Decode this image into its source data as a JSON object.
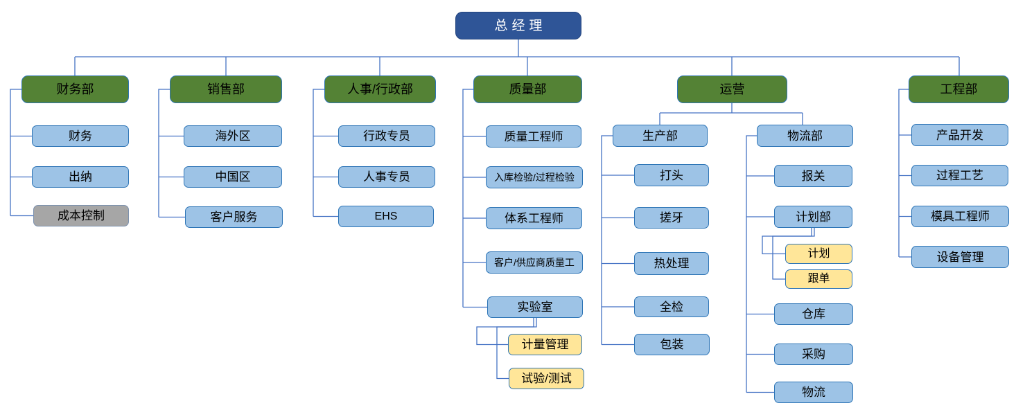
{
  "colors": {
    "root_fill": "#2F5597",
    "root_text": "#FFFFFF",
    "dept_fill": "#548235",
    "node_fill": "#9DC3E6",
    "node_border": "#2E75B6",
    "gray_fill": "#A6A6A6",
    "yellow_fill": "#FFE699",
    "connector": "#4472C4",
    "text": "#000000",
    "background": "#FFFFFF"
  },
  "org": {
    "root": {
      "label": "总经理"
    },
    "departments": [
      {
        "label": "财务部",
        "children": [
          {
            "label": "财务"
          },
          {
            "label": "出纳"
          },
          {
            "label": "成本控制",
            "variant": "gray"
          }
        ]
      },
      {
        "label": "销售部",
        "children": [
          {
            "label": "海外区"
          },
          {
            "label": "中国区"
          },
          {
            "label": "客户服务"
          }
        ]
      },
      {
        "label": "人事/行政部",
        "children": [
          {
            "label": "行政专员"
          },
          {
            "label": "人事专员"
          },
          {
            "label": "EHS"
          }
        ]
      },
      {
        "label": "质量部",
        "children": [
          {
            "label": "质量工程师"
          },
          {
            "label": "入库检验/过程检验"
          },
          {
            "label": "体系工程师"
          },
          {
            "label": "客户/供应商质量工"
          },
          {
            "label": "实验室",
            "children": [
              {
                "label": "计量管理",
                "variant": "yellow"
              },
              {
                "label": "试验/测试",
                "variant": "yellow"
              }
            ]
          }
        ]
      },
      {
        "label": "运营",
        "children": [
          {
            "label": "生产部",
            "children": [
              {
                "label": "打头"
              },
              {
                "label": "搓牙"
              },
              {
                "label": "热处理"
              },
              {
                "label": "全检"
              },
              {
                "label": "包装"
              }
            ]
          },
          {
            "label": "物流部",
            "children": [
              {
                "label": "报关"
              },
              {
                "label": "计划部",
                "children": [
                  {
                    "label": "计划",
                    "variant": "yellow"
                  },
                  {
                    "label": "跟单",
                    "variant": "yellow"
                  }
                ]
              },
              {
                "label": "仓库"
              },
              {
                "label": "采购"
              },
              {
                "label": "物流"
              }
            ]
          }
        ]
      },
      {
        "label": "工程部",
        "children": [
          {
            "label": "产品开发"
          },
          {
            "label": "过程工艺"
          },
          {
            "label": "模具工程师"
          },
          {
            "label": "设备管理"
          }
        ]
      }
    ]
  }
}
